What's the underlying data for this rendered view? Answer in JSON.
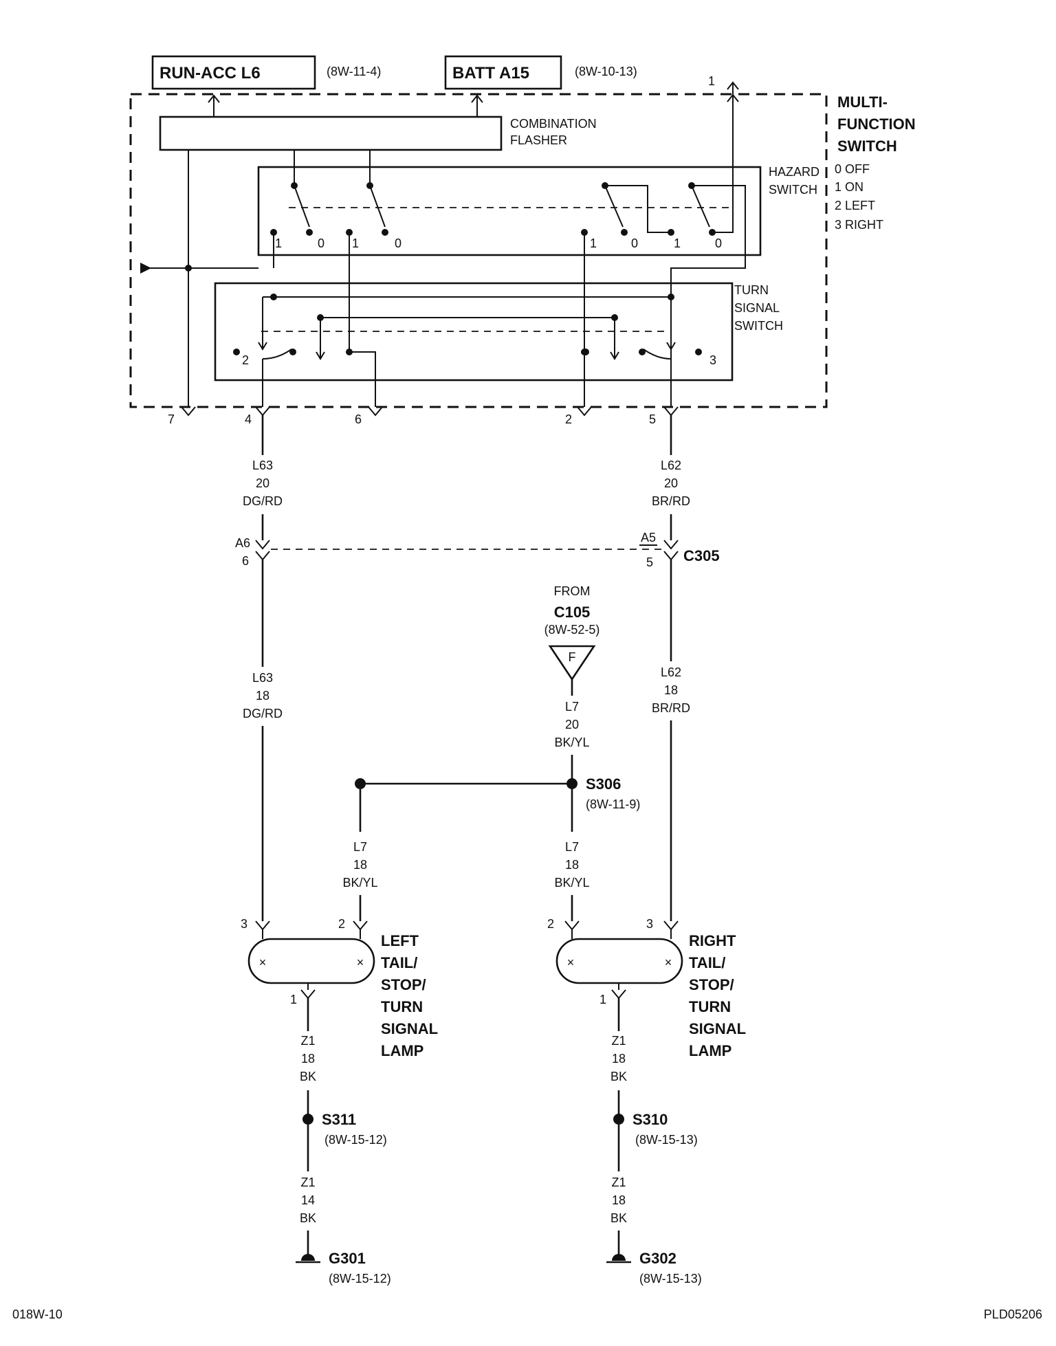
{
  "boxes": {
    "run_acc": {
      "label": "RUN-ACC L6",
      "ref": "(8W-11-4)"
    },
    "batt": {
      "label": "BATT A15",
      "ref": "(8W-10-13)"
    }
  },
  "mfs": {
    "title_lines": [
      "MULTI-",
      "FUNCTION",
      "SWITCH"
    ],
    "legend": [
      "0 OFF",
      "1 ON",
      "2 LEFT",
      "3 RIGHT"
    ],
    "top_pin": "1"
  },
  "flasher": {
    "lines": [
      "COMBINATION",
      "FLASHER"
    ]
  },
  "hazard": {
    "lines": [
      "HAZARD",
      "SWITCH"
    ],
    "contacts": [
      "1",
      "0",
      "1",
      "0",
      "1",
      "0",
      "1",
      "0"
    ]
  },
  "turn": {
    "lines": [
      "TURN",
      "SIGNAL",
      "SWITCH"
    ],
    "left_pos": "2",
    "right_pos": "3"
  },
  "pins_bottom": [
    "7",
    "4",
    "6",
    "2",
    "5"
  ],
  "wires": {
    "l63_20": [
      "L63",
      "20",
      "DG/RD"
    ],
    "l62_20": [
      "L62",
      "20",
      "BR/RD"
    ],
    "l63_18": [
      "L63",
      "18",
      "DG/RD"
    ],
    "l62_18": [
      "L62",
      "18",
      "BR/RD"
    ],
    "l7_20": [
      "L7",
      "20",
      "BK/YL"
    ],
    "l7_18_left": [
      "L7",
      "18",
      "BK/YL"
    ],
    "l7_18_mid": [
      "L7",
      "18",
      "BK/YL"
    ],
    "z1_left_18": [
      "Z1",
      "18",
      "BK"
    ],
    "z1_left_14": [
      "Z1",
      "14",
      "BK"
    ],
    "z1_right_18a": [
      "Z1",
      "18",
      "BK"
    ],
    "z1_right_18b": [
      "Z1",
      "18",
      "BK"
    ]
  },
  "connector_c305": {
    "name": "C305",
    "left_cav": "A6",
    "left_pin": "6",
    "right_cav": "A5",
    "right_pin": "5"
  },
  "from_c105": {
    "from": "FROM",
    "name": "C105",
    "ref": "(8W-52-5)",
    "fuse_letter": "F"
  },
  "splices": {
    "s306": {
      "name": "S306",
      "ref": "(8W-11-9)"
    },
    "s311": {
      "name": "S311",
      "ref": "(8W-15-12)"
    },
    "s310": {
      "name": "S310",
      "ref": "(8W-15-13)"
    }
  },
  "grounds": {
    "g301": {
      "name": "G301",
      "ref": "(8W-15-12)"
    },
    "g302": {
      "name": "G302",
      "ref": "(8W-15-13)"
    }
  },
  "lamps": {
    "left": {
      "lines": [
        "LEFT",
        "TAIL/",
        "STOP/",
        "TURN",
        "SIGNAL",
        "LAMP"
      ],
      "pin_a": "3",
      "pin_b": "2",
      "pin_c": "1"
    },
    "right": {
      "lines": [
        "RIGHT",
        "TAIL/",
        "STOP/",
        "TURN",
        "SIGNAL",
        "LAMP"
      ],
      "pin_a": "2",
      "pin_b": "3",
      "pin_c": "1"
    }
  },
  "footer": {
    "left": "018W-10",
    "right": "PLD05206"
  }
}
